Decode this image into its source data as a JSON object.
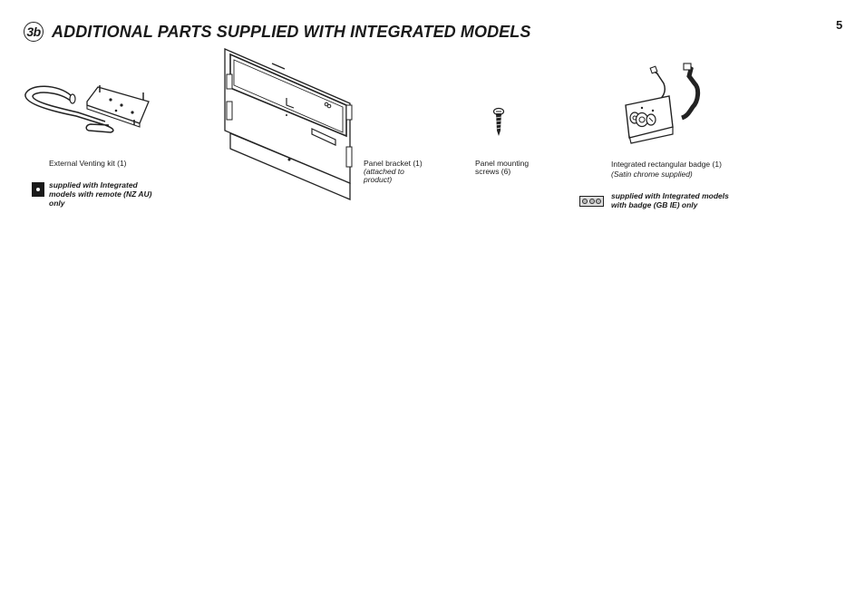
{
  "page": {
    "number": "5"
  },
  "header": {
    "step": "3b",
    "title": "ADDITIONAL PARTS SUPPLIED WITH INTEGRATED MODELS"
  },
  "parts": [
    {
      "label": "External Venting kit (1)",
      "icon": "venting-kit"
    },
    {
      "label": "Panel bracket (1)",
      "sub": "(attached to product)",
      "sub_line1": "(attached to",
      "sub_line2": "product)",
      "icon": "panel-bracket"
    },
    {
      "label": "Panel mounting",
      "label_line2": "screws (6)",
      "icon": "screw"
    },
    {
      "label": "Integrated rectangular badge (1)",
      "sub": "(Satin chrome supplied)",
      "icon": "rectangular-badge"
    }
  ],
  "notes": {
    "remote": {
      "line1": "supplied with Integrated",
      "line2": "models with remote (NZ AU)",
      "line3": "only",
      "icon": "remote-icon"
    },
    "badge": {
      "line1": "supplied with Integrated models",
      "line2": "with badge (GB IE) only",
      "icon": "badge-icon"
    }
  }
}
